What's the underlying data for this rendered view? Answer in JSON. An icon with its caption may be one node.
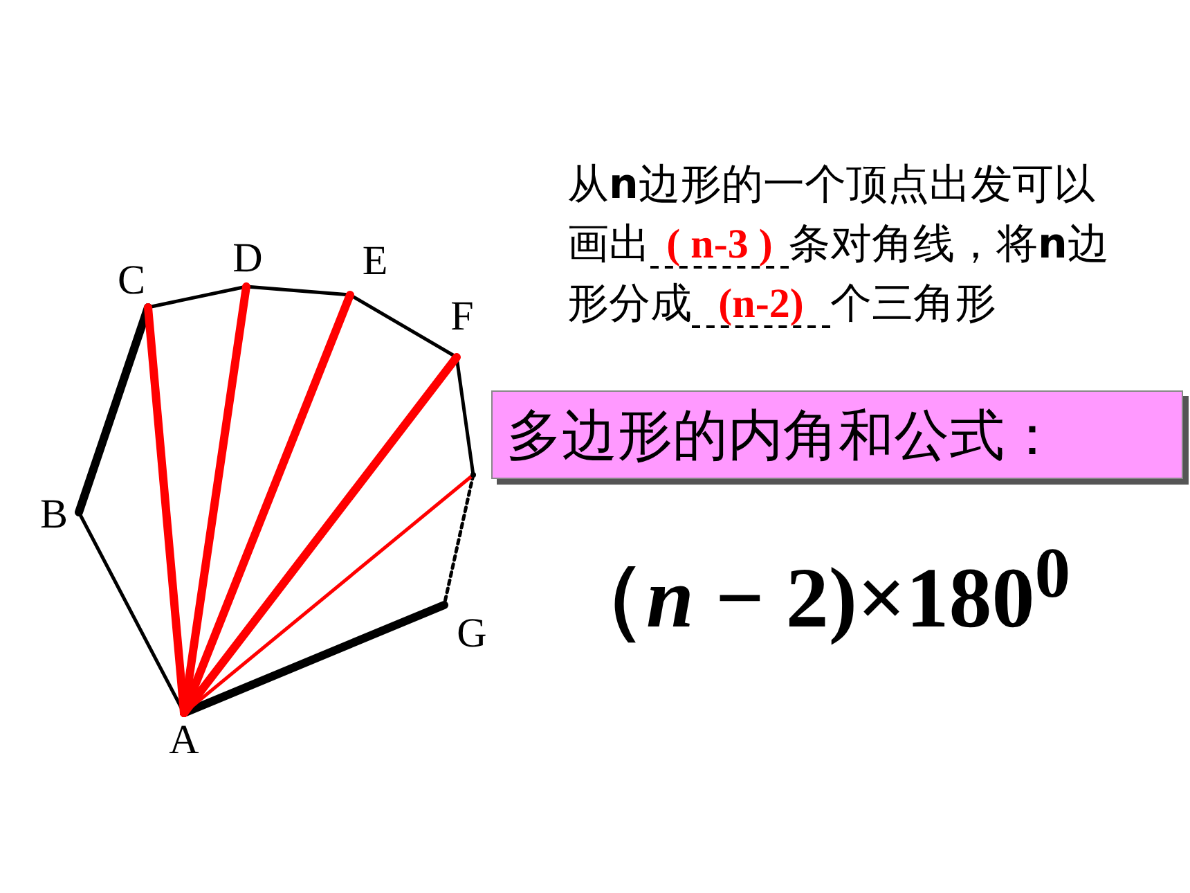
{
  "diagram": {
    "nodes": [
      {
        "text": [
          "A"
        ]
      },
      {
        "text": [
          "B"
        ]
      },
      {
        "text": [
          "C"
        ]
      },
      {
        "text": [
          "D"
        ]
      },
      {
        "text": [
          "E"
        ]
      },
      {
        "text": [
          "F"
        ]
      },
      {
        "text": [],
        "shape": "point"
      },
      {
        "text": [
          "G"
        ]
      },
      {
        "text": [
          "多边形的内角和公式："
        ]
      }
    ],
    "edges": [
      {
        "from": 0,
        "to": 1,
        "arrow": "none"
      },
      {
        "from": 1,
        "to": 2,
        "arrow": "none",
        "style": "thick"
      },
      {
        "from": 2,
        "to": 3,
        "arrow": "none"
      },
      {
        "from": 3,
        "to": 4,
        "arrow": "none"
      },
      {
        "from": 4,
        "to": 5,
        "arrow": "none"
      },
      {
        "from": 5,
        "to": 6,
        "arrow": "none"
      },
      {
        "from": 6,
        "to": 7,
        "arrow": "none",
        "style": "dashed"
      },
      {
        "from": 7,
        "to": 0,
        "arrow": "none",
        "style": "thick"
      },
      {
        "from": 0,
        "to": 2,
        "arrow": "none",
        "style": "thick",
        "color": "#ff0000"
      },
      {
        "from": 0,
        "to": 3,
        "arrow": "none",
        "style": "thick",
        "color": "#ff0000"
      },
      {
        "from": 0,
        "to": 4,
        "arrow": "none",
        "style": "thick",
        "color": "#ff0000"
      },
      {
        "from": 0,
        "to": 5,
        "arrow": "none",
        "style": "thick",
        "color": "#ff0000"
      },
      {
        "from": 0,
        "to": 6,
        "arrow": "none",
        "color": "#ff0000"
      }
    ],
    "labels": [
      "从**n**边形的一个顶点出发可以画出",
      "( n-3 )",
      "条对角线，将**n**边形分成",
      "(n-2)",
      "个三角形",
      "（*n* − 2)×180$^{0}$"
    ]
  }
}
